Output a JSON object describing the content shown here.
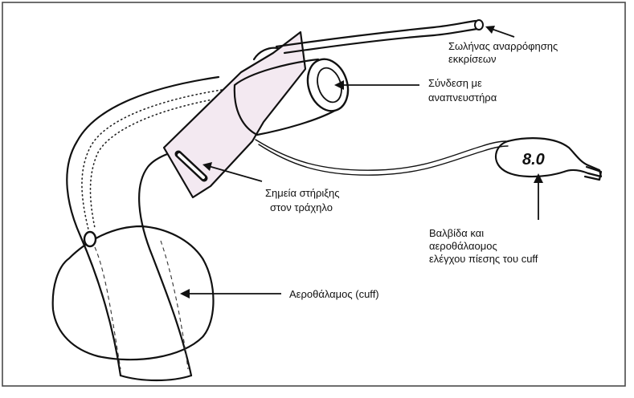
{
  "labels": {
    "suction_line1": "Σωλήνας αναρρόφησης",
    "suction_line2": "εκκρίσεων",
    "connection_line1": "Σύνδεση με",
    "connection_line2": "αναπνευστήρα",
    "neck_line1": "Σημεία στήριξης",
    "neck_line2": "στον τράχηλο",
    "valve_line1": "Βαλβίδα και",
    "valve_line2": "αεροθάλαομος",
    "valve_line3": "ελέγχου πίεσης του cuff",
    "cuff_label": "Αεροθάλαμος (cuff)",
    "pilot_balloon_marking": "8.0"
  },
  "colors": {
    "flange_fill": "#f3e9f1",
    "line": "#111111",
    "border": "#4a4a4a"
  }
}
